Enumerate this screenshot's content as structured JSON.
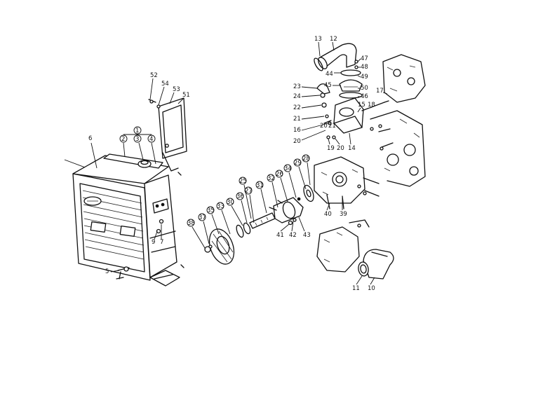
{
  "diagram": {
    "callouts": [
      {
        "id": "c52",
        "label": "52"
      },
      {
        "id": "c54",
        "label": "54"
      },
      {
        "id": "c53",
        "label": "53"
      },
      {
        "id": "c51",
        "label": "51"
      },
      {
        "id": "c1",
        "label": "1"
      },
      {
        "id": "c2",
        "label": "2"
      },
      {
        "id": "c3",
        "label": "3"
      },
      {
        "id": "c4",
        "label": "4"
      },
      {
        "id": "c6",
        "label": "6"
      },
      {
        "id": "c9",
        "label": "9"
      },
      {
        "id": "c7",
        "label": "7"
      },
      {
        "id": "c5",
        "label": "5"
      },
      {
        "id": "c13",
        "label": "13"
      },
      {
        "id": "c12",
        "label": "12"
      },
      {
        "id": "c47",
        "label": "47"
      },
      {
        "id": "c48",
        "label": "48"
      },
      {
        "id": "c44",
        "label": "44"
      },
      {
        "id": "c49",
        "label": "49"
      },
      {
        "id": "c45",
        "label": "45"
      },
      {
        "id": "c23",
        "label": "23"
      },
      {
        "id": "c50",
        "label": "50"
      },
      {
        "id": "c24",
        "label": "24"
      },
      {
        "id": "c46",
        "label": "46"
      },
      {
        "id": "c17",
        "label": "17"
      },
      {
        "id": "c22",
        "label": "22"
      },
      {
        "id": "c15",
        "label": "15"
      },
      {
        "id": "c18",
        "label": "18"
      },
      {
        "id": "c21a",
        "label": "21"
      },
      {
        "id": "c16",
        "label": "16"
      },
      {
        "id": "c20a",
        "label": "20"
      },
      {
        "id": "c21b",
        "label": "21"
      },
      {
        "id": "c20b",
        "label": "20"
      },
      {
        "id": "c19",
        "label": "19"
      },
      {
        "id": "c20c",
        "label": "20"
      },
      {
        "id": "c14",
        "label": "14"
      },
      {
        "id": "c25",
        "label": "25"
      },
      {
        "id": "c31",
        "label": "31"
      },
      {
        "id": "c32",
        "label": "32"
      },
      {
        "id": "c26",
        "label": "26"
      },
      {
        "id": "c34",
        "label": "34"
      },
      {
        "id": "c29",
        "label": "29"
      },
      {
        "id": "c28",
        "label": "28"
      },
      {
        "id": "c27",
        "label": "27"
      },
      {
        "id": "c30",
        "label": "30"
      },
      {
        "id": "c36",
        "label": "36"
      },
      {
        "id": "c33",
        "label": "33"
      },
      {
        "id": "c35",
        "label": "35"
      },
      {
        "id": "c37",
        "label": "37"
      },
      {
        "id": "c38",
        "label": "38"
      },
      {
        "id": "c41",
        "label": "41"
      },
      {
        "id": "c42",
        "label": "42"
      },
      {
        "id": "c43",
        "label": "43"
      },
      {
        "id": "c40",
        "label": "40"
      },
      {
        "id": "c39",
        "label": "39"
      },
      {
        "id": "c11",
        "label": "11"
      },
      {
        "id": "c10",
        "label": "10"
      }
    ]
  }
}
